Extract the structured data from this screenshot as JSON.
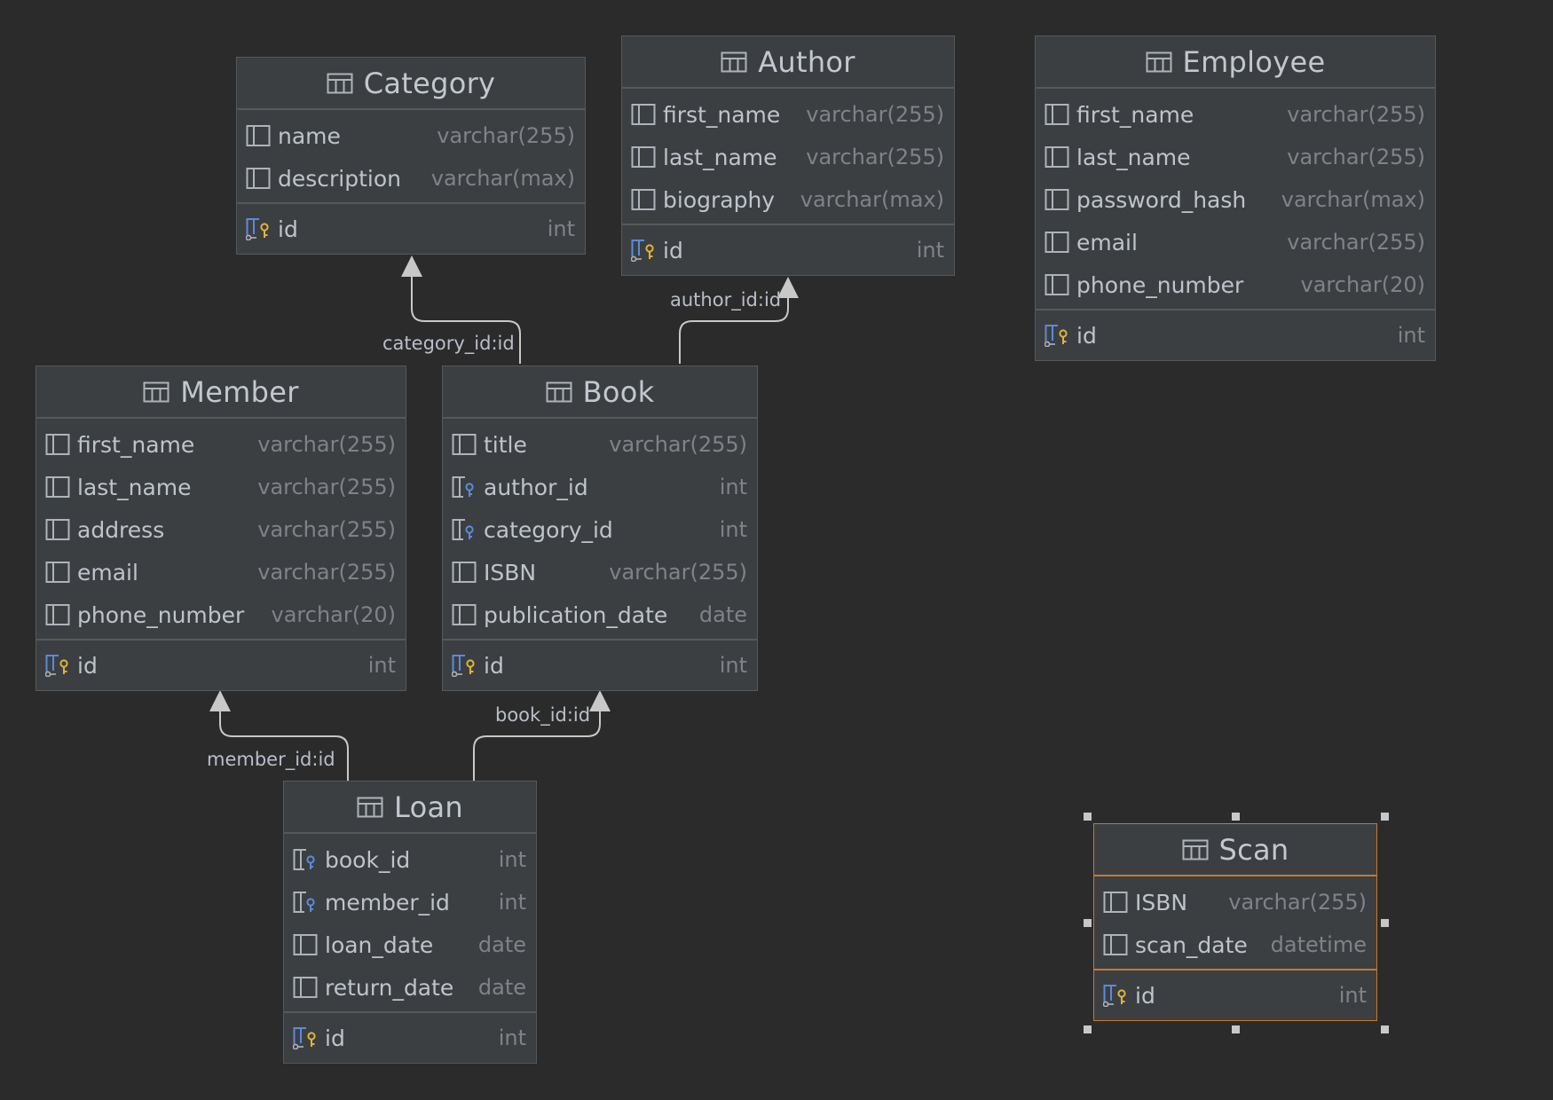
{
  "tables": [
    {
      "id": "category",
      "title": "Category",
      "columns": [
        {
          "name": "name",
          "type": "varchar(255)",
          "kind": "column"
        },
        {
          "name": "description",
          "type": "varchar(max)",
          "kind": "column"
        }
      ],
      "pk": {
        "name": "id",
        "type": "int"
      }
    },
    {
      "id": "author",
      "title": "Author",
      "columns": [
        {
          "name": "first_name",
          "type": "varchar(255)",
          "kind": "column"
        },
        {
          "name": "last_name",
          "type": "varchar(255)",
          "kind": "column"
        },
        {
          "name": "biography",
          "type": "varchar(max)",
          "kind": "column"
        }
      ],
      "pk": {
        "name": "id",
        "type": "int"
      }
    },
    {
      "id": "employee",
      "title": "Employee",
      "columns": [
        {
          "name": "first_name",
          "type": "varchar(255)",
          "kind": "column"
        },
        {
          "name": "last_name",
          "type": "varchar(255)",
          "kind": "column"
        },
        {
          "name": "password_hash",
          "type": "varchar(max)",
          "kind": "column"
        },
        {
          "name": "email",
          "type": "varchar(255)",
          "kind": "column"
        },
        {
          "name": "phone_number",
          "type": "varchar(20)",
          "kind": "column"
        }
      ],
      "pk": {
        "name": "id",
        "type": "int"
      }
    },
    {
      "id": "member",
      "title": "Member",
      "columns": [
        {
          "name": "first_name",
          "type": "varchar(255)",
          "kind": "column"
        },
        {
          "name": "last_name",
          "type": "varchar(255)",
          "kind": "column"
        },
        {
          "name": "address",
          "type": "varchar(255)",
          "kind": "column"
        },
        {
          "name": "email",
          "type": "varchar(255)",
          "kind": "column"
        },
        {
          "name": "phone_number",
          "type": "varchar(20)",
          "kind": "column"
        }
      ],
      "pk": {
        "name": "id",
        "type": "int"
      }
    },
    {
      "id": "book",
      "title": "Book",
      "columns": [
        {
          "name": "title",
          "type": "varchar(255)",
          "kind": "column"
        },
        {
          "name": "author_id",
          "type": "int",
          "kind": "fk"
        },
        {
          "name": "category_id",
          "type": "int",
          "kind": "fk"
        },
        {
          "name": "ISBN",
          "type": "varchar(255)",
          "kind": "column"
        },
        {
          "name": "publication_date",
          "type": "date",
          "kind": "column"
        }
      ],
      "pk": {
        "name": "id",
        "type": "int"
      }
    },
    {
      "id": "loan",
      "title": "Loan",
      "columns": [
        {
          "name": "book_id",
          "type": "int",
          "kind": "fk"
        },
        {
          "name": "member_id",
          "type": "int",
          "kind": "fk"
        },
        {
          "name": "loan_date",
          "type": "date",
          "kind": "column"
        },
        {
          "name": "return_date",
          "type": "date",
          "kind": "column"
        }
      ],
      "pk": {
        "name": "id",
        "type": "int"
      }
    },
    {
      "id": "scan",
      "title": "Scan",
      "selected": true,
      "columns": [
        {
          "name": "ISBN",
          "type": "varchar(255)",
          "kind": "column"
        },
        {
          "name": "scan_date",
          "type": "datetime",
          "kind": "column"
        }
      ],
      "pk": {
        "name": "id",
        "type": "int"
      }
    }
  ],
  "connections": [
    {
      "id": "book-category",
      "from": "book",
      "to": "category",
      "label": "category_id:id"
    },
    {
      "id": "book-author",
      "from": "book",
      "to": "author",
      "label": "author_id:id"
    },
    {
      "id": "loan-member",
      "from": "loan",
      "to": "member",
      "label": "member_id:id"
    },
    {
      "id": "loan-book",
      "from": "loan",
      "to": "book",
      "label": "book_id:id"
    }
  ],
  "colors": {
    "background": "#2b2b2b",
    "table_fill": "#3c3f41",
    "table_border": "#55595c",
    "selected_border": "#c77a2a",
    "connector": "#c8c8c8",
    "pk_key": "#e0b33a",
    "fk_key": "#5b8bd9"
  },
  "icons": {
    "table": "table-grid-icon",
    "column": "column-icon",
    "fk": "foreign-key-icon",
    "pk": "primary-key-icon"
  }
}
